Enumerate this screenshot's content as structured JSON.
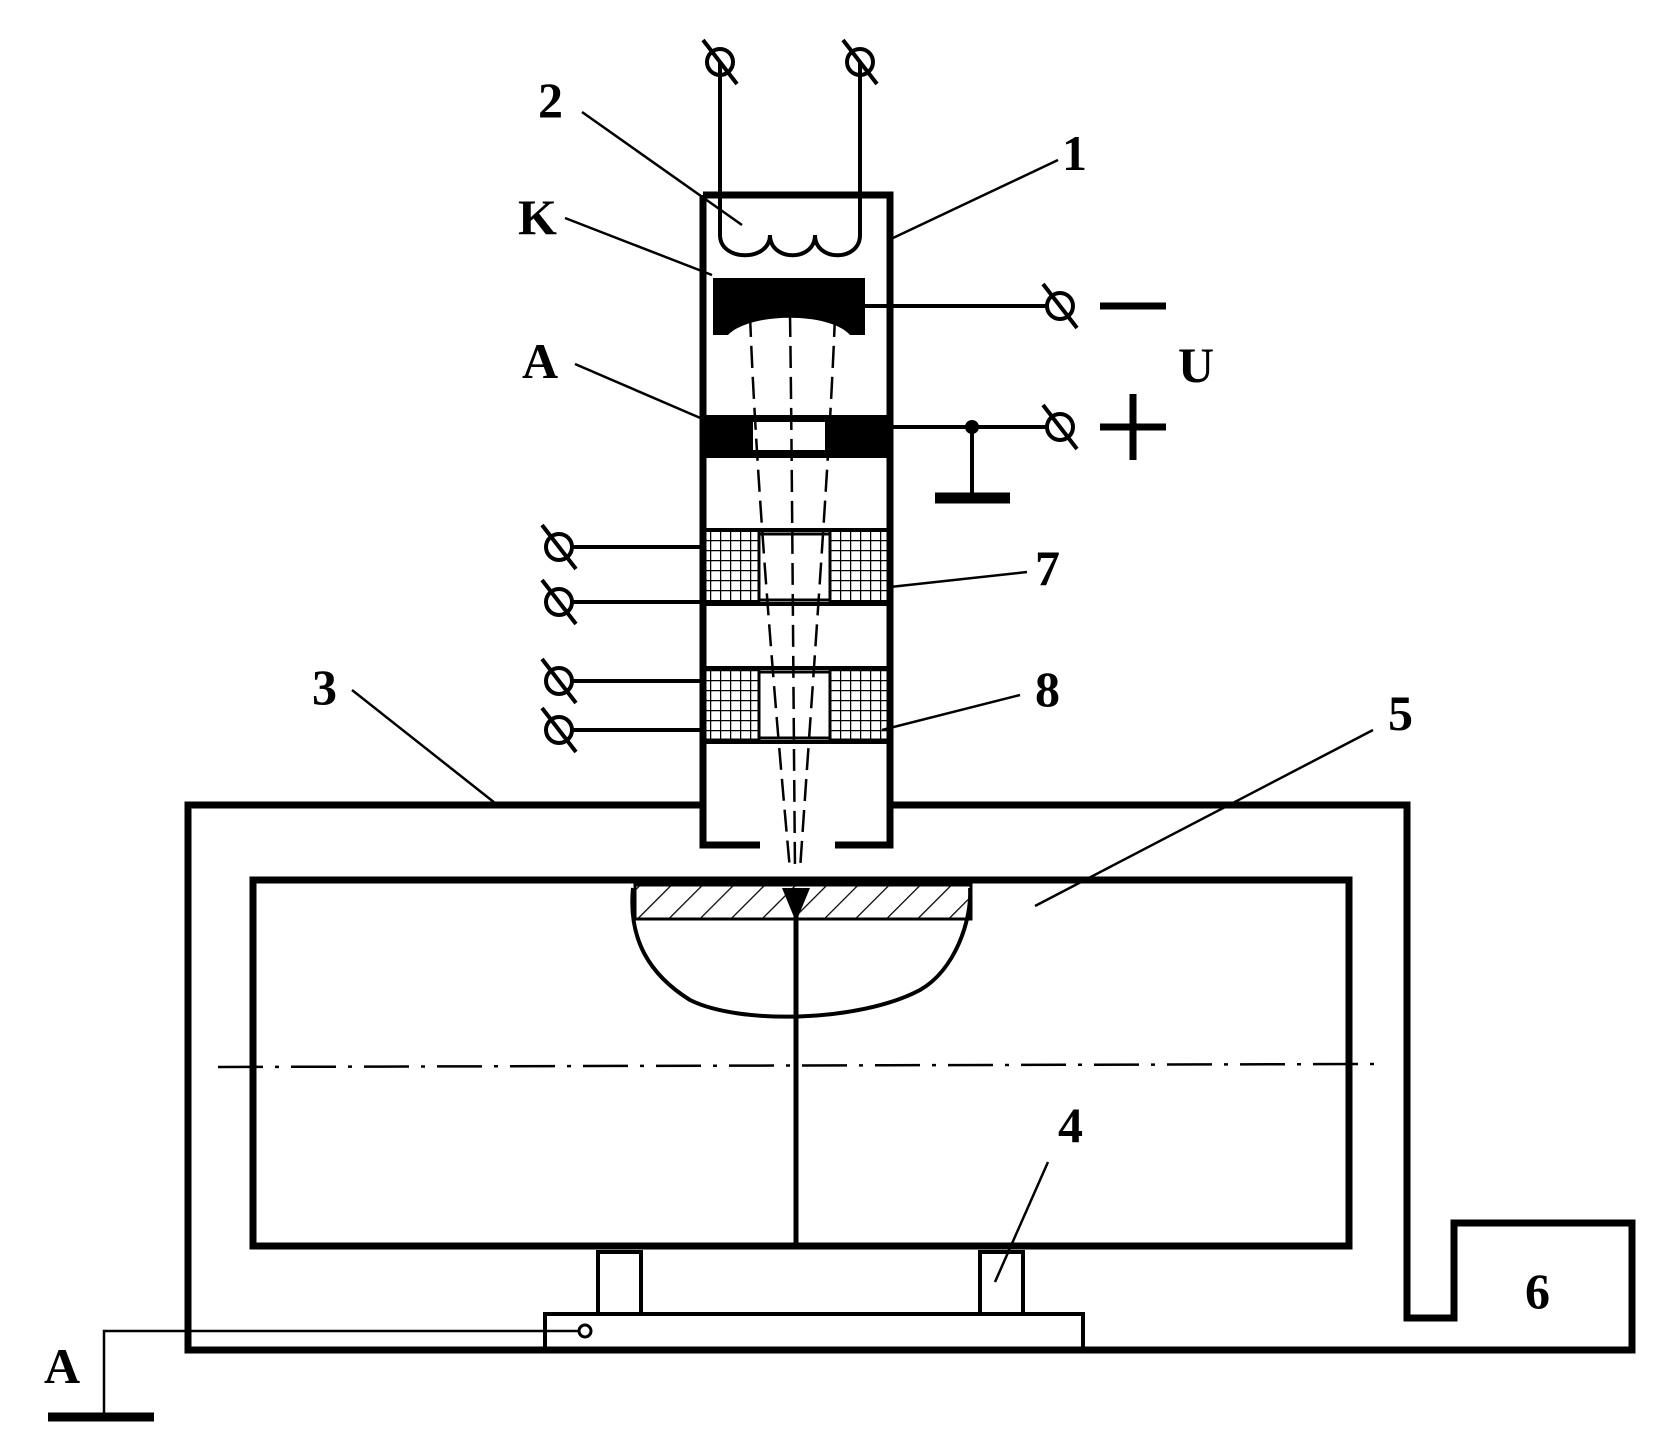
{
  "labels": {
    "gun_housing": "1",
    "filament": "2",
    "vacuum_chamber": "3",
    "support": "4",
    "workpiece": "5",
    "pump": "6",
    "focusing_coil": "7",
    "deflecting_coil": "8",
    "cathode": "K",
    "anode": "A",
    "voltage": "U",
    "minus_sign": "—",
    "plus_sign": "+",
    "ground": "A"
  },
  "colors": {
    "ink": "#000000",
    "background": "#ffffff"
  }
}
